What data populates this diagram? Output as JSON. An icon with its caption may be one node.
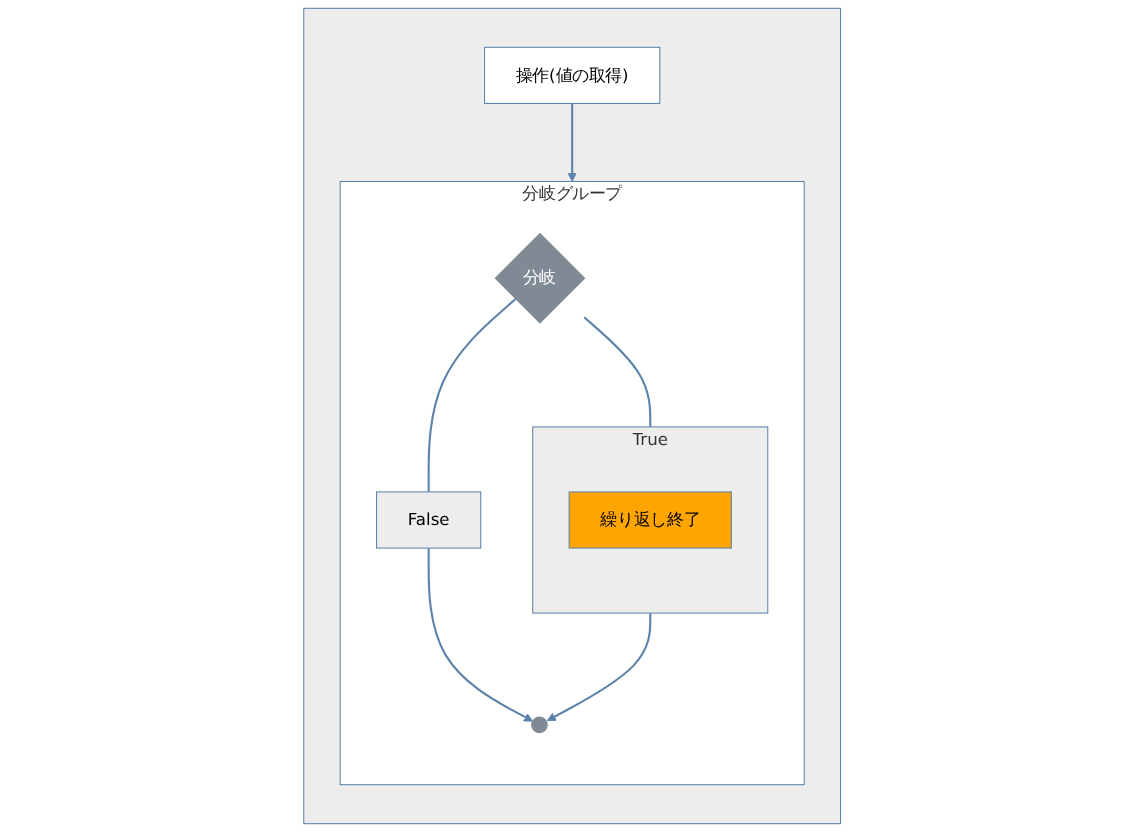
{
  "diagram": {
    "nodes": [
      {
        "text": [],
        "shape": "box"
      },
      {
        "text": [
          "操作(値の取得)"
        ],
        "in": 0
      },
      {
        "text": [
          "分岐グループ"
        ],
        "in": 0
      },
      {
        "text": [
          "分岐"
        ],
        "in": 2
      },
      {
        "text": [
          "True"
        ],
        "in": 2
      },
      {
        "text": [
          "繰り返し終了"
        ],
        "in": 4
      },
      {
        "text": [
          "False"
        ],
        "in": 2
      },
      {
        "text": [],
        "shape": "circle",
        "in": 2
      }
    ],
    "edges": [
      {
        "from": 1,
        "to": 2,
        "arrow": "to"
      },
      {
        "from": 3,
        "to": 4,
        "arrow": "none"
      },
      {
        "from": 3,
        "to": 6,
        "arrow": "none"
      },
      {
        "from": 4,
        "to": 7,
        "arrow": "to"
      },
      {
        "from": 6,
        "to": 7,
        "arrow": "to"
      }
    ]
  }
}
